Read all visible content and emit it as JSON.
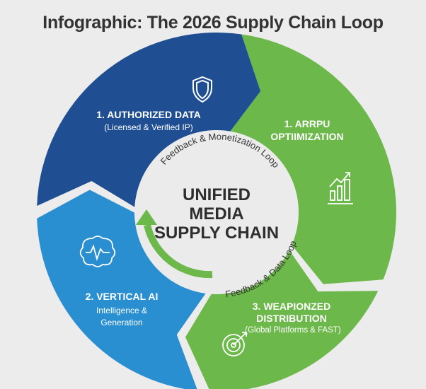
{
  "title": "Infographic: The 2026 Supply Chain Loop",
  "center": {
    "line1": "UNIFIED",
    "line2": "MEDIA",
    "line3": "SUPPLY CHAIN"
  },
  "loops": {
    "top": "Feedback & Monetization Loop",
    "bottom": "Feedback & Data Loop"
  },
  "segments": [
    {
      "title": "1. AUTHORIZED DATA",
      "subtitle": "(Licensed & Verified IP)",
      "icon": "shield-icon",
      "color": "#1f4f92"
    },
    {
      "title1": "1. ARRPU",
      "title2": "OPTIIMIZATION",
      "icon": "bar-chart-growth-icon",
      "color": "#6cb84b"
    },
    {
      "title1": "3. WEAPIONZED",
      "title2": "DISTRIBUTION",
      "subtitle": "(Global Platforms & FAST)",
      "icon": "globe-target-icon",
      "color": "#6cb84b"
    },
    {
      "title": "2. VERTICAL AI",
      "subtitle1": "Intelligence &",
      "subtitle2": "Generation",
      "icon": "brain-icon",
      "color": "#2a8fd0"
    }
  ],
  "colors": {
    "background": "#ececec",
    "inner_arrow": "#6cb84b",
    "center_circle": "#ebebeb"
  }
}
